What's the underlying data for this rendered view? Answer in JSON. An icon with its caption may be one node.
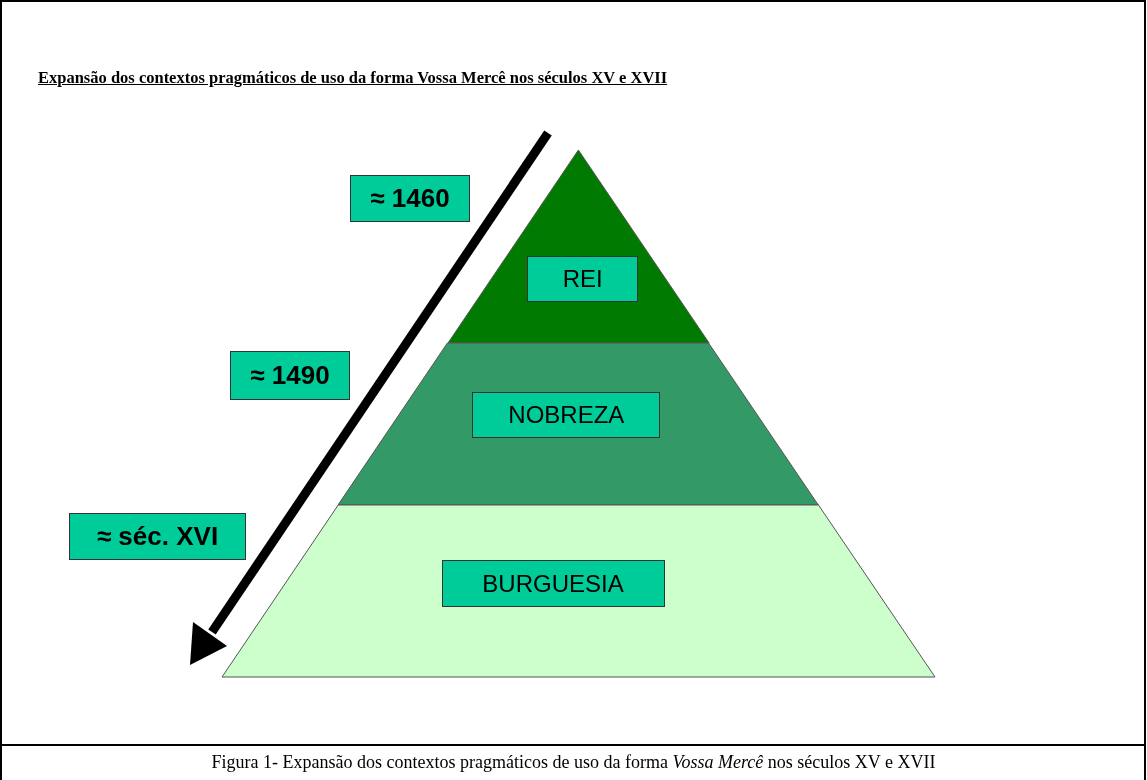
{
  "diagram": {
    "title": "Expansão dos contextos pragmáticos de uso da forma Vossa Mercê nos séculos XV e XVII",
    "caption": "Figura 1- Expansão dos contextos pragmáticos de uso da forma *Vossa Mercê* nos séculos XV e XVII",
    "nodes": [
      {
        "text": [],
        "shape": "triangle"
      },
      {
        "text": [
          "REI"
        ],
        "in": 0
      },
      {
        "text": [],
        "shape": "band"
      },
      {
        "text": [
          "NOBREZA"
        ],
        "in": 2
      },
      {
        "text": [],
        "shape": "band"
      },
      {
        "text": [
          "BURGUESIA"
        ],
        "in": 4
      },
      {
        "text": [
          "≈ 1460"
        ]
      },
      {
        "text": [
          "≈ 1490"
        ]
      },
      {
        "text": [
          "≈ séc. XVI"
        ]
      }
    ]
  }
}
